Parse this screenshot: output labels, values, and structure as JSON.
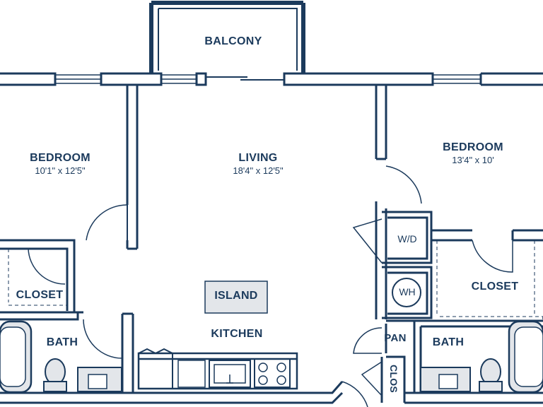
{
  "colors": {
    "wall": "#1b3a5c",
    "fixture": "#e3e6ea",
    "island": "#e3e6ea",
    "glass": "#ffffff"
  },
  "rooms": {
    "balcony": {
      "name": "BALCONY"
    },
    "bedroom_left": {
      "name": "BEDROOM",
      "dims": "10'1\" x 12'5\""
    },
    "living": {
      "name": "LIVING",
      "dims": "18'4\" x 12'5\""
    },
    "bedroom_right": {
      "name": "BEDROOM",
      "dims": "13'4\" x 10'"
    },
    "closet_left": {
      "name": "CLOSET"
    },
    "closet_right": {
      "name": "CLOSET"
    },
    "bath_left": {
      "name": "BATH"
    },
    "bath_right": {
      "name": "BATH"
    },
    "kitchen": {
      "name": "KITCHEN"
    }
  },
  "fixtures": {
    "island": "ISLAND",
    "wd": "W/D",
    "wh": "WH",
    "pan": "PAN",
    "clos": "CLOS"
  }
}
